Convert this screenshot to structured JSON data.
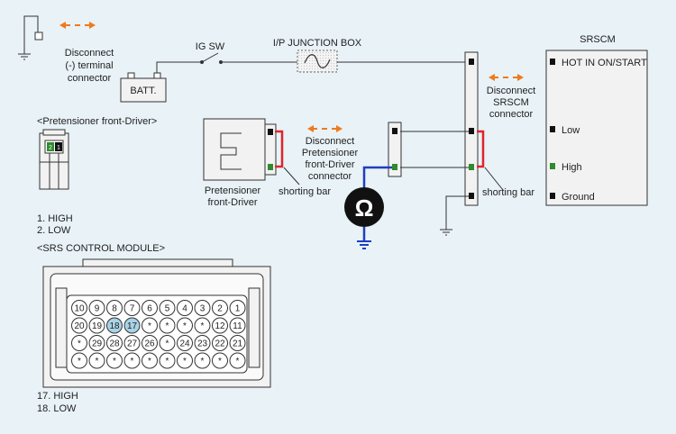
{
  "colors": {
    "background": "#e8f2f7",
    "high": "#2e8b2e",
    "arrow": "#f07a1a",
    "shorting_bar": "#e0242a",
    "meter_lead": "#1f3fbf",
    "highlight_pin": "#a9d3e6",
    "box_fill": "#f2f2f2"
  },
  "top_left": {
    "disconnect_lines": [
      "Disconnect",
      "(-) terminal",
      "connector"
    ],
    "battery_label": "BATT.",
    "ig_sw_label": "IG SW",
    "junction_box_label": "I/P JUNCTION BOX"
  },
  "srscm_box": {
    "title": "SRSCM",
    "pins": [
      {
        "label": "HOT IN ON/START",
        "color": "#222222"
      },
      {
        "label": "Low",
        "color": "#222222"
      },
      {
        "label": "High",
        "color": "#2e8b2e"
      },
      {
        "label": "Ground",
        "color": "#222222"
      }
    ]
  },
  "disconnect_srscm": [
    "Disconnect",
    "SRSCM",
    "connector"
  ],
  "disconnect_pretensioner": [
    "Disconnect",
    "Pretensioner",
    "front-Driver",
    "connector"
  ],
  "pretensioner_component": [
    "Pretensioner",
    "front-Driver"
  ],
  "shorting_bar_label": "shorting bar",
  "ohmmeter_symbol": "Ω",
  "pretensioner_connector": {
    "title": "<Pretensioner front-Driver>",
    "pin_numbers": [
      "2",
      "1"
    ],
    "pins": [
      {
        "text": "1. HIGH",
        "highlight": true
      },
      {
        "text": "2. LOW",
        "highlight": false
      }
    ]
  },
  "srs_module_connector": {
    "title": "<SRS CONTROL MODULE>",
    "rows": [
      [
        "10",
        "9",
        "8",
        "7",
        "6",
        "5",
        "4",
        "3",
        "2",
        "1"
      ],
      [
        "20",
        "19",
        "18",
        "17",
        "*",
        "*",
        "*",
        "*",
        "12",
        "11"
      ],
      [
        "*",
        "29",
        "28",
        "27",
        "26",
        "*",
        "24",
        "23",
        "22",
        "21"
      ],
      [
        "*",
        "*",
        "*",
        "*",
        "*",
        "*",
        "*",
        "*",
        "*",
        "*"
      ]
    ],
    "highlighted": [
      "18",
      "17"
    ],
    "pins": [
      {
        "text": "17. HIGH",
        "highlight": true
      },
      {
        "text": "18. LOW",
        "highlight": false
      }
    ]
  }
}
